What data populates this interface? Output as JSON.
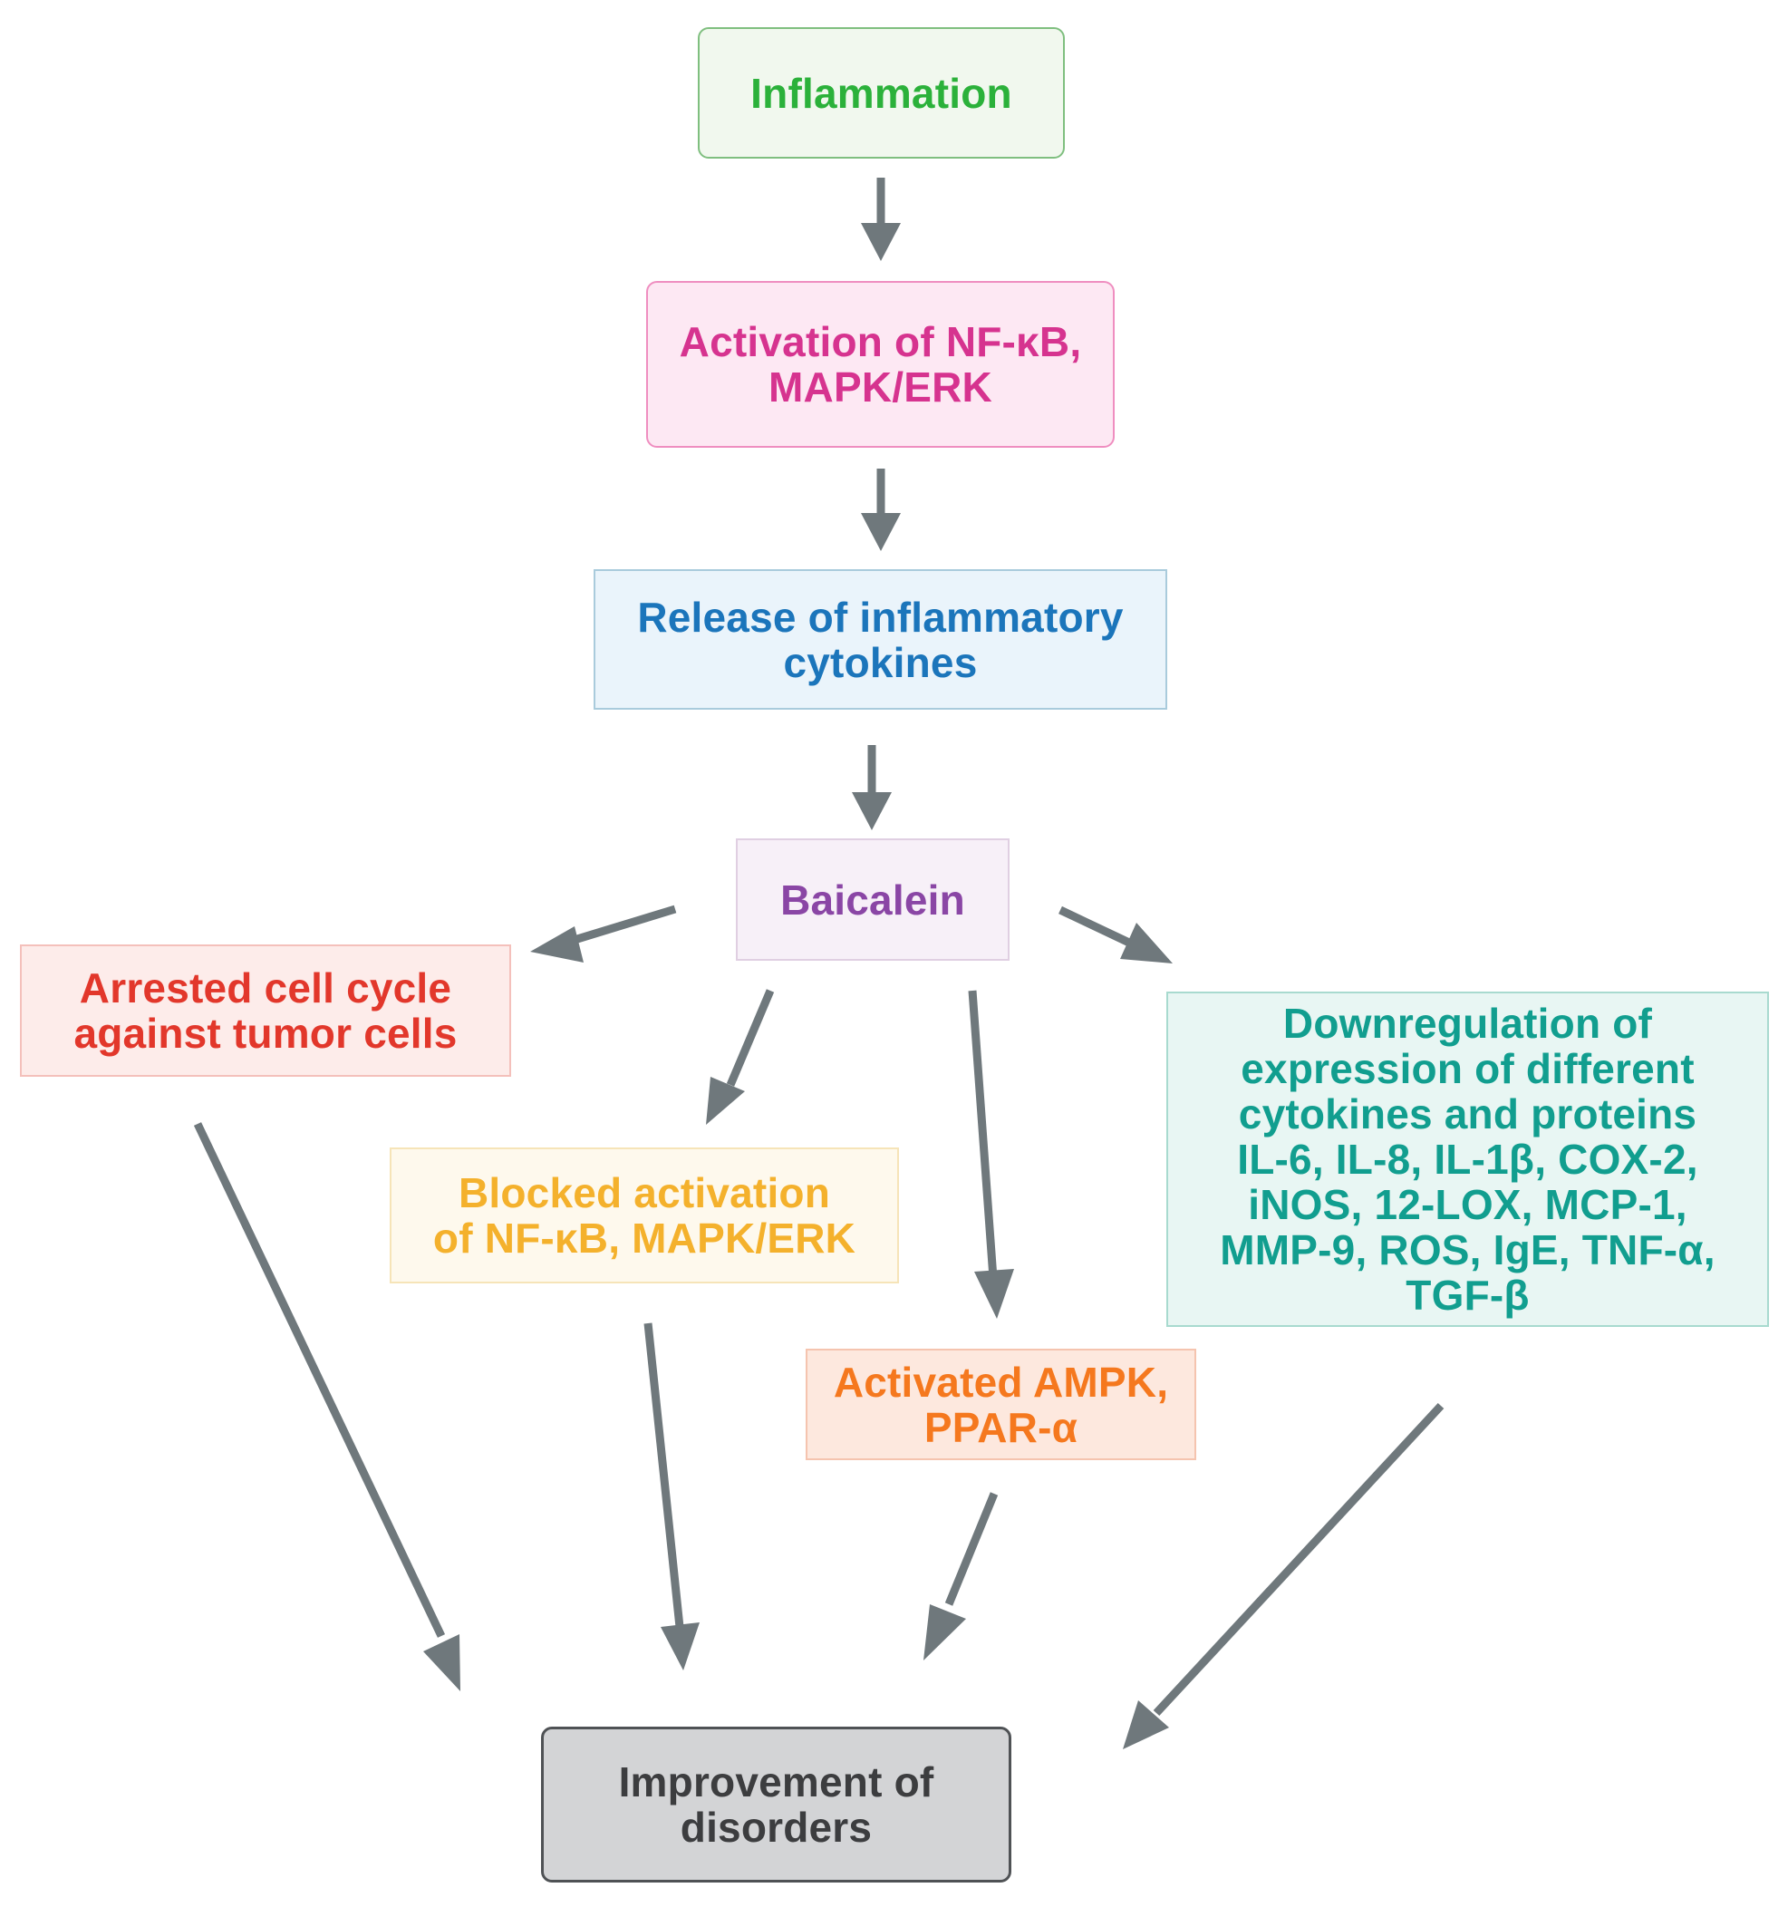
{
  "colors": {
    "arrow": "#6f787c"
  },
  "nodes": {
    "inflammation": "Inflammation",
    "activation": "Activation of NF-κB,\nMAPK/ERK",
    "release": "Release of inflammatory\ncytokines",
    "baicalein": "Baicalein",
    "arrested": "Arrested cell cycle\nagainst tumor cells",
    "downregulation": "Downregulation of\nexpression of different\ncytokines and proteins\nIL-6, IL-8, IL-1β, COX-2,\niNOS, 12-LOX, MCP-1,\nMMP-9, ROS, IgE, TNF-α,\nTGF-β",
    "blocked": "Blocked activation\nof NF-κB, MAPK/ERK",
    "ampk": "Activated AMPK,\nPPAR-α",
    "improvement": "Improvement of\ndisorders"
  },
  "edges": [
    {
      "from": "inflammation",
      "to": "activation"
    },
    {
      "from": "activation",
      "to": "release"
    },
    {
      "from": "release",
      "to": "baicalein"
    },
    {
      "from": "baicalein",
      "to": "arrested"
    },
    {
      "from": "baicalein",
      "to": "blocked"
    },
    {
      "from": "baicalein",
      "to": "ampk"
    },
    {
      "from": "baicalein",
      "to": "downregulation"
    },
    {
      "from": "arrested",
      "to": "improvement"
    },
    {
      "from": "blocked",
      "to": "improvement"
    },
    {
      "from": "ampk",
      "to": "improvement"
    },
    {
      "from": "downregulation",
      "to": "improvement"
    }
  ]
}
